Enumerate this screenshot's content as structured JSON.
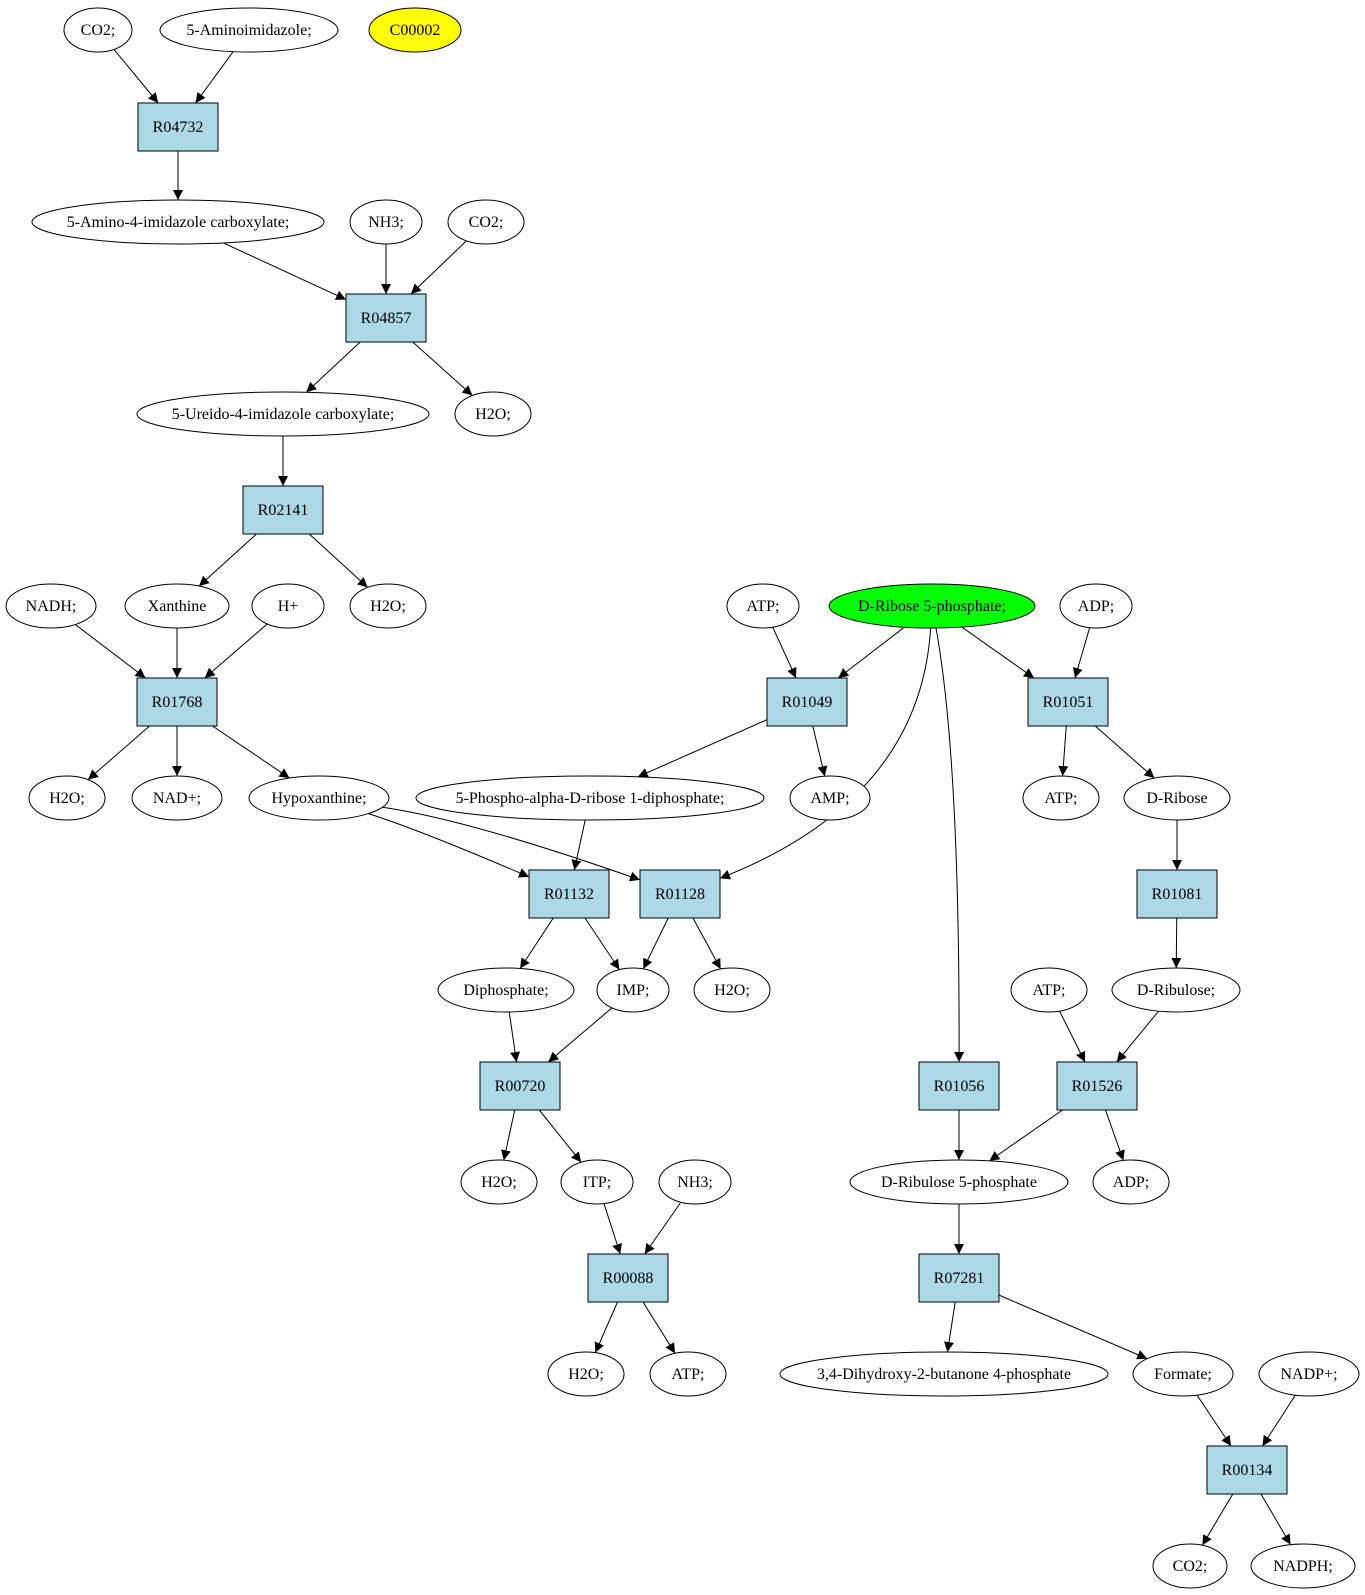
{
  "colors": {
    "reaction_fill": "#add8e6",
    "compound_fill": "#ffffff",
    "highlight_yellow": "#ffff00",
    "highlight_green": "#00ff00",
    "stroke": "#000000"
  },
  "nodes": {
    "co2_top": "CO2;",
    "aminoimidazole": "5-Aminoimidazole;",
    "c00002": "C00002",
    "r04732": "R04732",
    "amino_imidazole_carboxylate": "5-Amino-4-imidazole carboxylate;",
    "nh3_top": "NH3;",
    "co2_mid": "CO2;",
    "r04857": "R04857",
    "ureido_imidazole_carboxylate": "5-Ureido-4-imidazole carboxylate;",
    "h2o_r04857": "H2O;",
    "r02141": "R02141",
    "nadh": "NADH;",
    "xanthine": "Xanthine",
    "hplus": "H+",
    "h2o_r02141": "H2O;",
    "r01768": "R01768",
    "h2o_r01768": "H2O;",
    "nadplus": "NAD+;",
    "hypoxanthine": "Hypoxanthine;",
    "atp_r01049": "ATP;",
    "ribose5p": "D-Ribose 5-phosphate;",
    "adp_r01051": "ADP;",
    "r01049": "R01049",
    "r01051": "R01051",
    "prpp": "5-Phospho-alpha-D-ribose 1-diphosphate;",
    "amp": "AMP;",
    "atp_r01051": "ATP;",
    "d_ribose": "D-Ribose",
    "r01132": "R01132",
    "r01128": "R01128",
    "r01081": "R01081",
    "diphosphate": "Diphosphate;",
    "imp": "IMP;",
    "h2o_r01128": "H2O;",
    "atp_r01526": "ATP;",
    "d_ribulose": "D-Ribulose;",
    "r00720": "R00720",
    "r01056": "R01056",
    "r01526": "R01526",
    "h2o_r00720": "H2O;",
    "itp": "ITP;",
    "nh3_r00088": "NH3;",
    "ribulose5p": "D-Ribulose 5-phosphate",
    "adp_r01526": "ADP;",
    "r00088": "R00088",
    "r07281": "R07281",
    "h2o_r00088": "H2O;",
    "atp_r00088": "ATP;",
    "dhbp": "3,4-Dihydroxy-2-butanone 4-phosphate",
    "formate": "Formate;",
    "nadpplus": "NADP+;",
    "r00134": "R00134",
    "co2_bottom": "CO2;",
    "nadph": "NADPH;"
  }
}
